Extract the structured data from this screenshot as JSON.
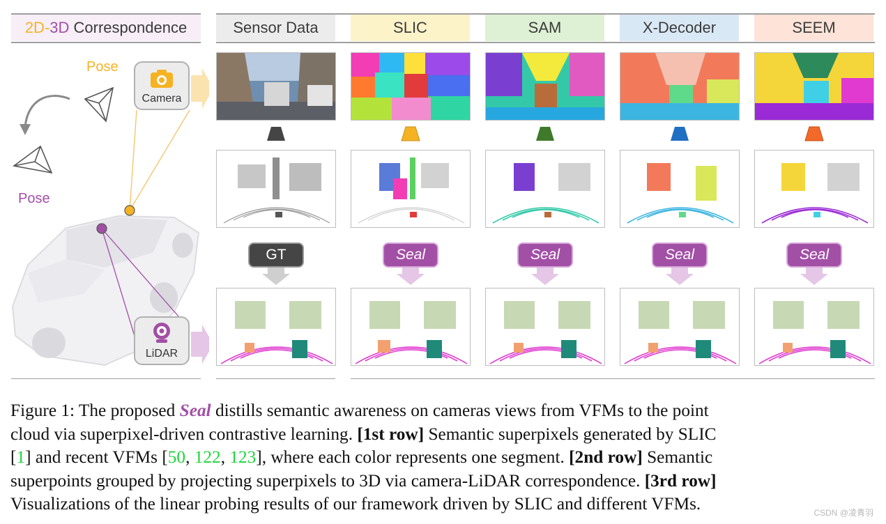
{
  "headers": {
    "corr_2d": "2D",
    "corr_dash": "-",
    "corr_3d": "3D",
    "corr_rest": "Correspondence",
    "sensor": "Sensor Data",
    "slic": "SLIC",
    "sam": "SAM",
    "xdecoder": "X-Decoder",
    "seem": "SEEM"
  },
  "colors": {
    "orange": "#f5b324",
    "purple": "#a24fa6",
    "slic_bg": "#fdf3c9",
    "sam_bg": "#dff1d4",
    "xdecoder_bg": "#d9e8f5",
    "seem_bg": "#fde3d8",
    "sensor_bg": "#ececec"
  },
  "left": {
    "pose_top": "Pose",
    "pose_bottom": "Pose",
    "camera_label": "Camera",
    "lidar_label": "LiDAR",
    "camera_icon": "camera-icon",
    "lidar_icon": "lidar-icon"
  },
  "pills": {
    "gt": "GT",
    "seal": "Seal"
  },
  "caption": {
    "l1_a": "Figure 1: The proposed ",
    "l1_seal": "Seal",
    "l1_b": " distills semantic awareness on cameras views from VFMs to the point",
    "l2_a": "cloud via superpixel-driven contrastive learning. ",
    "l2_bold": "[1st row]",
    "l2_b": " Semantic superpixels generated by SLIC",
    "l3_a": "[",
    "l3_c1": "1",
    "l3_b": "] and recent VFMs [",
    "l3_c2": "50",
    "l3_sep1": ", ",
    "l3_c3": "122",
    "l3_sep2": ", ",
    "l3_c4": "123",
    "l3_c": "], where each color represents one segment. ",
    "l3_bold": "[2nd row]",
    "l3_d": " Semantic",
    "l4_a": "superpoints grouped by projecting superpixels to 3D via camera-LiDAR correspondence. ",
    "l4_bold": "[3rd row]",
    "l5": "Visualizations of the linear probing results of our framework driven by SLIC and different VFMs."
  },
  "watermark": "CSDN @凌青羽"
}
